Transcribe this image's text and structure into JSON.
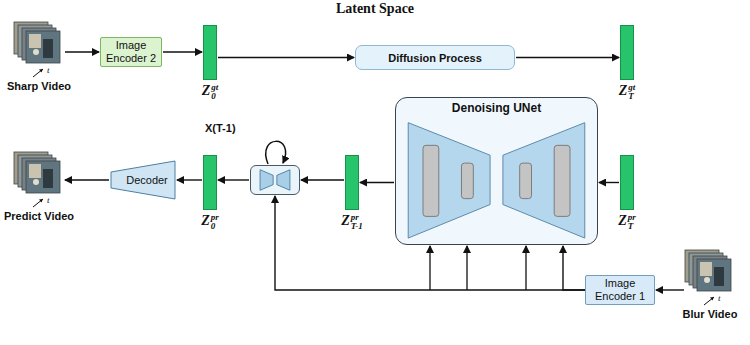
{
  "diagram": {
    "title": "Latent Space",
    "nodes": [
      {
        "text": [
          "Sharp Video"
        ]
      },
      {
        "text": [
          "Image Encoder 2"
        ]
      },
      {
        "text": [
          "Z",
          "0",
          "gt"
        ]
      },
      {
        "text": [
          "Diffusion Process"
        ]
      },
      {
        "text": [
          "Z",
          "T",
          "gt"
        ]
      },
      {
        "text": [
          "Predict Video"
        ]
      },
      {
        "text": [
          "Decoder"
        ]
      },
      {
        "text": [
          "Z",
          "0",
          "pr"
        ]
      },
      {
        "text": [
          "X(T-1)"
        ]
      },
      {
        "text": [
          "Z",
          "T-1",
          "pr"
        ]
      },
      {
        "text": [
          "Denoising UNet"
        ]
      },
      {
        "text": [
          "Z",
          "T",
          "pr"
        ]
      },
      {
        "text": [
          "Image Encoder 1"
        ]
      },
      {
        "text": [
          "Blur Video"
        ]
      }
    ],
    "edges": [
      {
        "from": 0,
        "to": 1,
        "arrow": "to"
      },
      {
        "from": 1,
        "to": 2,
        "arrow": "to"
      },
      {
        "from": 2,
        "to": 3,
        "arrow": "to"
      },
      {
        "from": 3,
        "to": 4,
        "arrow": "to"
      },
      {
        "from": 11,
        "to": 10,
        "arrow": "to"
      },
      {
        "from": 10,
        "to": 9,
        "arrow": "to"
      },
      {
        "from": 9,
        "to": 8,
        "arrow": "to"
      },
      {
        "from": 8,
        "to": 7,
        "arrow": "to"
      },
      {
        "from": 7,
        "to": 6,
        "arrow": "to"
      },
      {
        "from": 6,
        "to": 5,
        "arrow": "to"
      },
      {
        "from": 13,
        "to": 12,
        "arrow": "to"
      },
      {
        "from": 12,
        "to": 10,
        "arrow": "to"
      },
      {
        "from": 12,
        "to": 8,
        "arrow": "to"
      }
    ],
    "labels": [
      "t",
      "t",
      "t"
    ]
  }
}
